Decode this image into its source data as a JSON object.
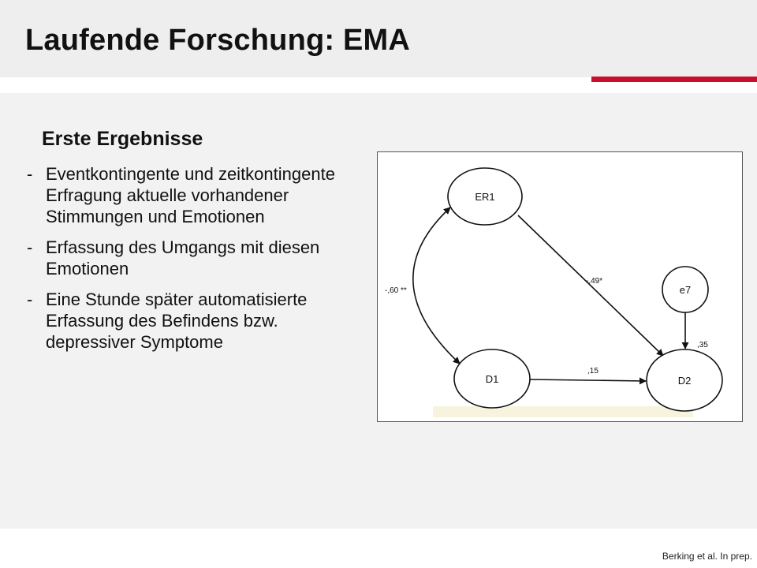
{
  "slide": {
    "title": "Laufende Forschung: EMA",
    "subtitle": "Erste Ergebnisse",
    "bullets": [
      "Eventkontingente und zeitkontingente Erfragung aktuelle vorhandener Stimmungen und Emotionen",
      "Erfassung des Umgangs mit diesen Emotionen",
      "Eine Stunde später automatisierte Erfassung des Befindens bzw. depressiver Symptome"
    ],
    "bullet_marker": "-",
    "citation": "Berking et al. In prep.",
    "accent_color": "#c8102e"
  },
  "diagram": {
    "nodes": {
      "er1": "ER1",
      "d1": "D1",
      "d2": "D2",
      "e7": "e7"
    },
    "labels": {
      "er1_d1": "-,60 **",
      "er1_d2": "-,49*",
      "d1_d2": ",15",
      "d2_r2": ",35"
    }
  }
}
